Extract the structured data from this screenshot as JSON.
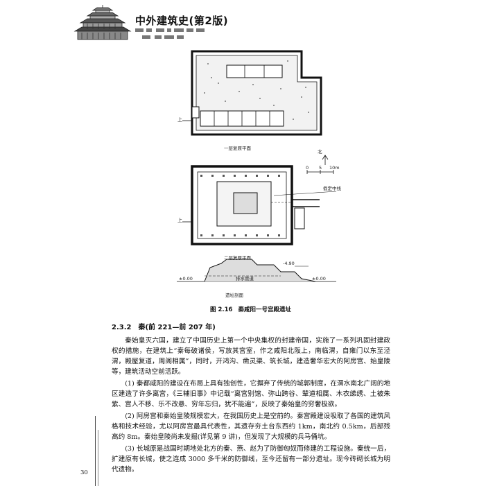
{
  "header": {
    "book_title": "中外建筑史(第2版)",
    "decor_icon": "pagoda-icon"
  },
  "figure": {
    "plan1_label": "一层复原平面",
    "plan2_label": "二层复原平面",
    "section_label": "遗址剖面",
    "up_label_1": "上",
    "up_label_2": "上",
    "north_label": "北",
    "scale_labels": [
      "0",
      "5",
      "10m"
    ],
    "centerline_label": "假定中线",
    "drain_label": "排水管道",
    "level_zero_left": "±0.00",
    "level_zero_right": "±0.00",
    "level_top": "-4.90",
    "caption_number": "图 2.16",
    "caption_title": "秦咸阳一号宫殿遗址"
  },
  "section": {
    "number": "2.3.2",
    "title": "秦(前 221—前 207 年)"
  },
  "paragraphs": [
    "秦始皇灭六国，建立了中国历史上第一个中央集权的封建帝国，实施了一系列巩固封建政权的措施，在建筑上“秦每破诸侯，写放其宫室，作之咸阳北阪上，南临渭，自雍门以东至泾渭，殿屋复道，周阁相属”，同时，开鸿沟、凿灵渠、筑长城，建造奢华宏大的阿房宫、始皇陵等，建筑活动空前活跃。",
    "(1) 秦都咸阳的建设在布局上具有独创性，它摒弃了传统的城郭制度，在渭水南北广阔的地区建造了许多离宫，《三辅旧事》中记载“离宫别馆、弥山跨谷、辇道相属、木衣绨绣、土被朱紫、宫人不移、乐不改悬、穷年忘归，犹不能遍”，反映了秦始皇的穷奢极欲。",
    "(2) 阿房宫和秦始皇陵规模宏大，在我国历史上是空前的。秦宫殿建设吸取了各国的建筑风格和技术经验，尤以阿房宫最具代表性，其遗存夯土台东西约 1km，南北约 0.5km，后部残高约 8m。秦始皇陵尚未发掘(详见第 9 讲)，但发现了大规模的兵马俑坑。",
    "(3) 长城原是战国时期地处北方的秦、燕、赵为了防御匈奴而修建的工程设施。秦统一后，扩建原有长城，使之连成 3000 多千米的防御线，至今还留有一部分遗址。现今砖砌长城为明代遗物。"
  ],
  "page_number": "30"
}
